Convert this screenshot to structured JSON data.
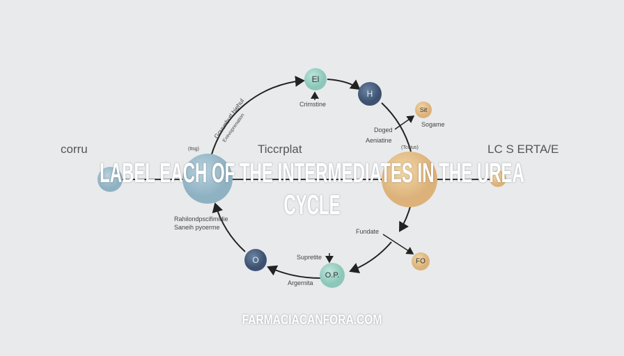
{
  "title": "LABEL EACH OF THE INTERMEDIATES IN THE UREA CYCLE",
  "watermark": "FARMACIACANFORA.COM",
  "diagram": {
    "nodes": [
      {
        "id": "e1",
        "label": "El",
        "color": "#9fd3c7"
      },
      {
        "id": "h",
        "label": "H",
        "color": "#4b6280"
      },
      {
        "id": "sit",
        "label": "Sit",
        "color": "#e6c48e"
      },
      {
        "id": "o",
        "label": "O",
        "color": "#4b6280"
      },
      {
        "id": "op",
        "label": "O.P.",
        "color": "#9fd3c7"
      },
      {
        "id": "fo",
        "label": "FO",
        "color": "#e6c48e"
      }
    ],
    "labels": {
      "crimstine": "Crimstine",
      "doged": "Doged",
      "aeniatine": "Aeniatine",
      "sogame": "Sogame",
      "arc_text_1": "Govunbutl biehul",
      "arc_text_2": "Exevoprenation",
      "left_text": "corru",
      "mid_text": "Ticcrplat",
      "right_text": "LC S ERTA/E",
      "left_small": "(ttsg)",
      "right_small": "(Tcotus)",
      "rahi_1": "Rahilondpscifimidie",
      "rahi_2": "Saneih pyoerme",
      "fundate": "Fundate",
      "supretite": "Supretite",
      "argernita": "Argernita"
    }
  }
}
